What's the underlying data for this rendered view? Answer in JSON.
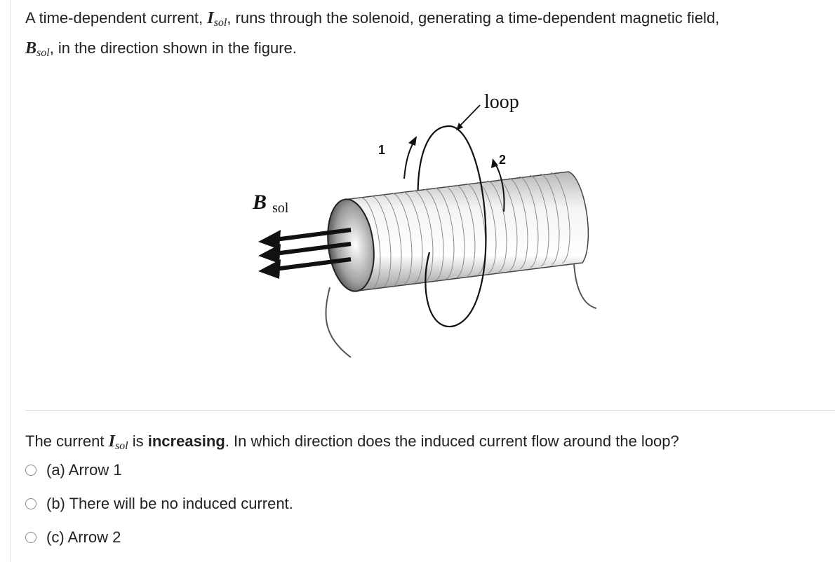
{
  "intro": {
    "part1": "A time-dependent current, ",
    "var_current": "I",
    "sub_current": "sol",
    "part2": ", runs through the solenoid, generating a time-dependent magnetic field,",
    "var_field": "B",
    "sub_field": "sol",
    "part3": ", in the direction shown in the figure."
  },
  "figure": {
    "loop_label": "loop",
    "field_label": "B",
    "field_label_sub": "sol",
    "arrow1_label": "1",
    "arrow2_label": "2"
  },
  "question": {
    "part1": "The current ",
    "var": "I",
    "sub": "sol",
    "part2": " is ",
    "emphasis": "increasing",
    "part3": ". In which direction does the induced current flow around the loop?"
  },
  "options": [
    {
      "label": "(a) Arrow 1"
    },
    {
      "label": "(b) There will be no induced current."
    },
    {
      "label": "(c) Arrow 2"
    }
  ],
  "colors": {
    "text": "#222222",
    "radio_border": "#8a8a8a",
    "divider": "#dcdcdc"
  }
}
